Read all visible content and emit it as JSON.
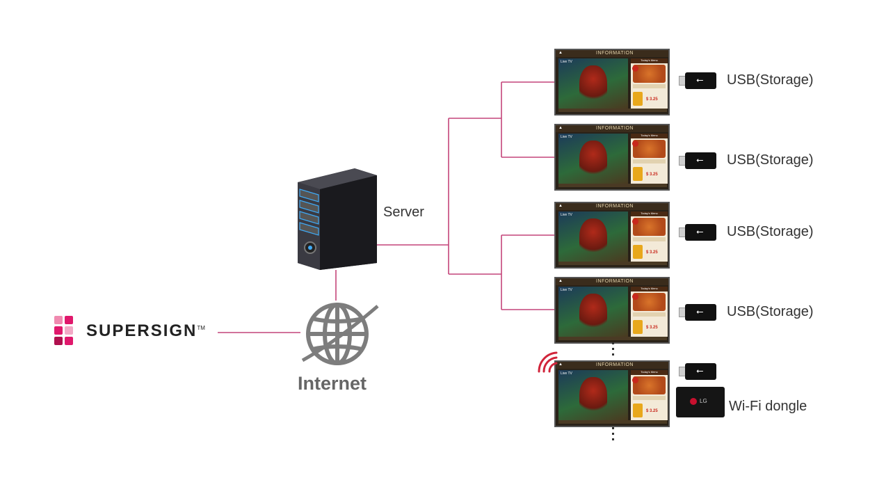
{
  "diagram": {
    "logo": {
      "text": "SUPERSIGN",
      "trademark": "TM"
    },
    "nodes": {
      "server": "Server",
      "internet": "Internet"
    },
    "displays": [
      {
        "header": "INFORMATION",
        "live": "Live TV",
        "menu_title": "Today's Menu",
        "price": "$ 3.25",
        "device": "USB(Storage)"
      },
      {
        "header": "INFORMATION",
        "live": "Live TV",
        "menu_title": "Today's Menu",
        "price": "$ 3.25",
        "device": "USB(Storage)"
      },
      {
        "header": "INFORMATION",
        "live": "Live TV",
        "menu_title": "Today's Menu",
        "price": "$ 3.25",
        "device": "USB(Storage)"
      },
      {
        "header": "INFORMATION",
        "live": "Live TV",
        "menu_title": "Today's Menu",
        "price": "$ 3.25",
        "device": "USB(Storage)"
      },
      {
        "header": "INFORMATION",
        "live": "Live TV",
        "menu_title": "Today's Menu",
        "price": "$ 3.25",
        "device": "Wi-Fi dongle"
      }
    ],
    "dongle_brand": "LG",
    "colors": {
      "connector": "#c4447a",
      "logo_magenta": "#e0186c",
      "wifi_signal": "#d1243a",
      "server_dark": "#1e1e22",
      "globe_gray": "#7d7d7d"
    }
  }
}
